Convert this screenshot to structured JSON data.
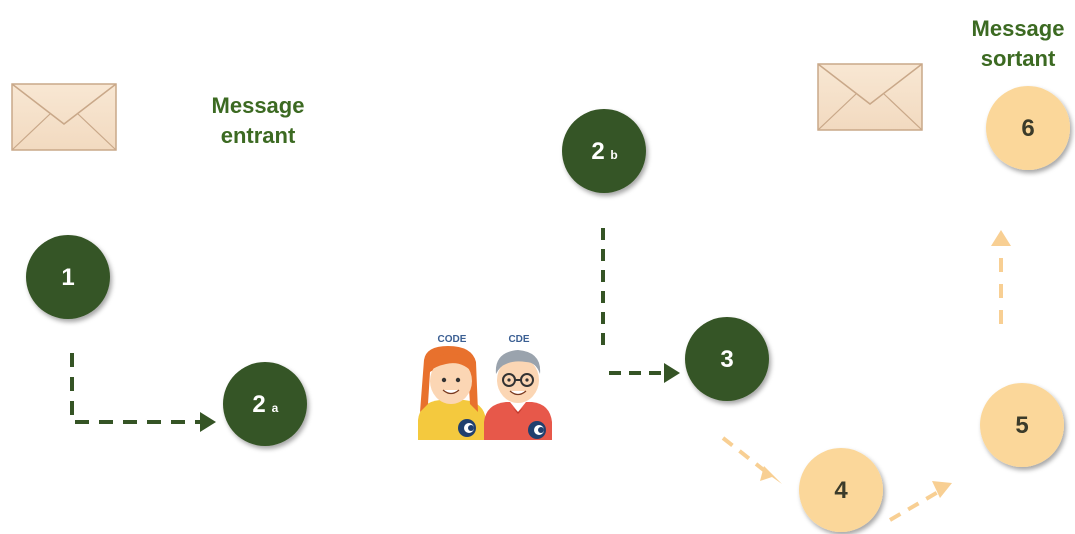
{
  "labels": {
    "incoming": [
      "Message",
      "entrant"
    ],
    "outgoing": [
      "Message",
      "sortant"
    ]
  },
  "steps": [
    {
      "id": "step-1",
      "main": "1",
      "sub": "",
      "color": "#355425"
    },
    {
      "id": "step-2a",
      "main": "2",
      "sub": "a",
      "color": "#355425"
    },
    {
      "id": "step-2b",
      "main": "2",
      "sub": "b",
      "color": "#355425"
    },
    {
      "id": "step-3",
      "main": "3",
      "sub": "",
      "color": "#355425"
    },
    {
      "id": "step-4",
      "main": "4",
      "sub": "",
      "color": "#fbd79a"
    },
    {
      "id": "step-5",
      "main": "5",
      "sub": "",
      "color": "#fbd79a"
    },
    {
      "id": "step-6",
      "main": "6",
      "sub": "",
      "color": "#fbd79a"
    }
  ],
  "agents": [
    {
      "name": "female-agent",
      "badge": "CODE"
    },
    {
      "name": "male-agent",
      "badge": "CDE"
    }
  ],
  "colors": {
    "dark_green": "#355425",
    "label_green": "#3c6a22",
    "light_orange": "#fbd79a",
    "number_dark": "#3a3a2a",
    "envelope_fill": "#f5e1c9",
    "envelope_stroke": "#c9a889",
    "arrow_orange": "#f8cf93"
  },
  "icons": {
    "envelope": "envelope-icon"
  }
}
